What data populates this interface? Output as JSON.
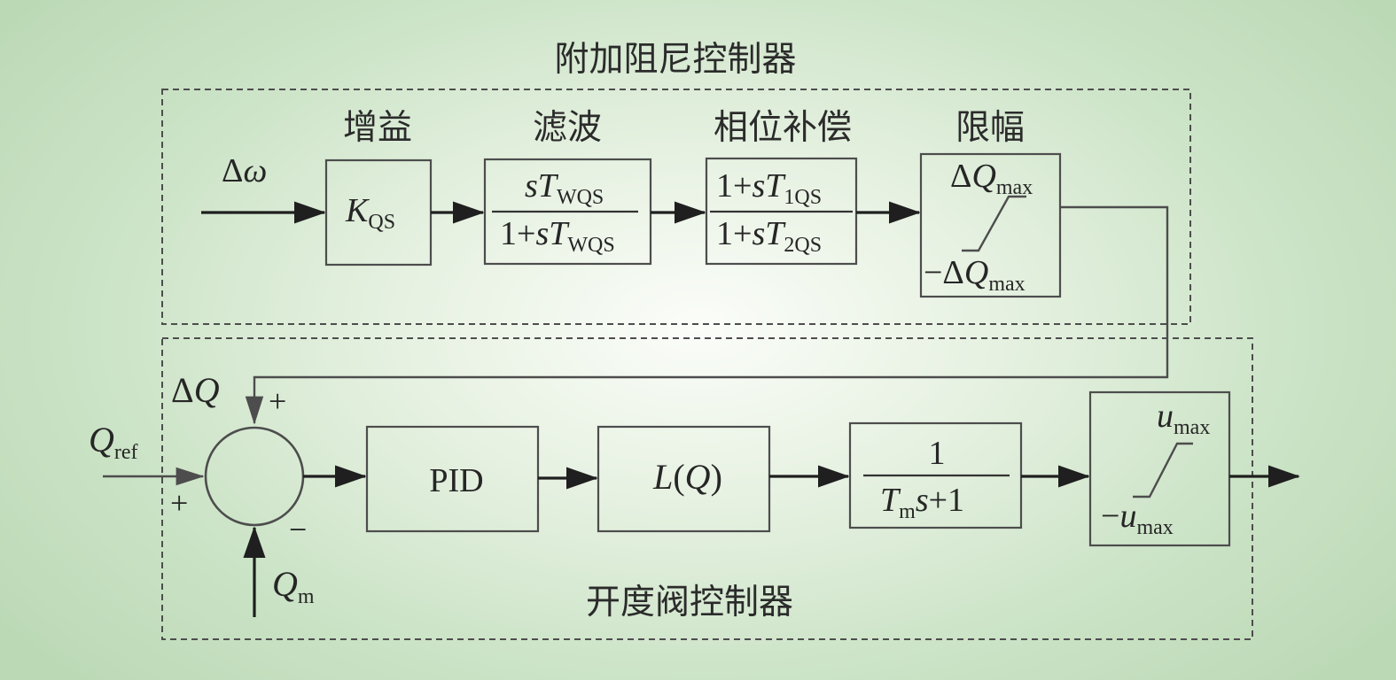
{
  "sections": {
    "damping_title": "附加阻尼控制器",
    "valve_title": "开度阀控制器"
  },
  "blocks": {
    "gain": {
      "label": "增益",
      "tf_symbol": "K",
      "tf_subscript": "QS"
    },
    "filter": {
      "label": "滤波",
      "num_s": "s",
      "num_T": "T",
      "num_sub": "WQS",
      "den_one": "1+",
      "den_s": "s",
      "den_T": "T",
      "den_sub": "WQS"
    },
    "phase": {
      "label": "相位补偿",
      "num_one": "1+",
      "num_s": "s",
      "num_T": "T",
      "num_sub": "1QS",
      "den_one": "1+",
      "den_s": "s",
      "den_T": "T",
      "den_sub": "2QS"
    },
    "limiter": {
      "label": "限幅",
      "upper_delta": "Δ",
      "upper_Q": "Q",
      "upper_sub": "max",
      "lower_minus": "−Δ",
      "lower_Q": "Q",
      "lower_sub": "max"
    },
    "pid": {
      "label": "PID"
    },
    "lq": {
      "L": "L",
      "open": "(",
      "Q": "Q",
      "close": ")"
    },
    "lag": {
      "num": "1",
      "den_T": "T",
      "den_sub": "m",
      "den_s": "s",
      "den_plus": "+1"
    },
    "saturation": {
      "upper_u": "u",
      "upper_sub": "max",
      "lower_minus": "−",
      "lower_u": "u",
      "lower_sub": "max"
    }
  },
  "signals": {
    "input": {
      "delta": "Δ",
      "omega": "ω"
    },
    "dq": {
      "delta": "Δ",
      "Q": "Q"
    },
    "qref": {
      "Q": "Q",
      "sub": "ref"
    },
    "qm": {
      "Q": "Q",
      "sub": "m"
    }
  },
  "summing_junction": {
    "sign_top": "+",
    "sign_left": "+",
    "sign_bottom": "−"
  }
}
